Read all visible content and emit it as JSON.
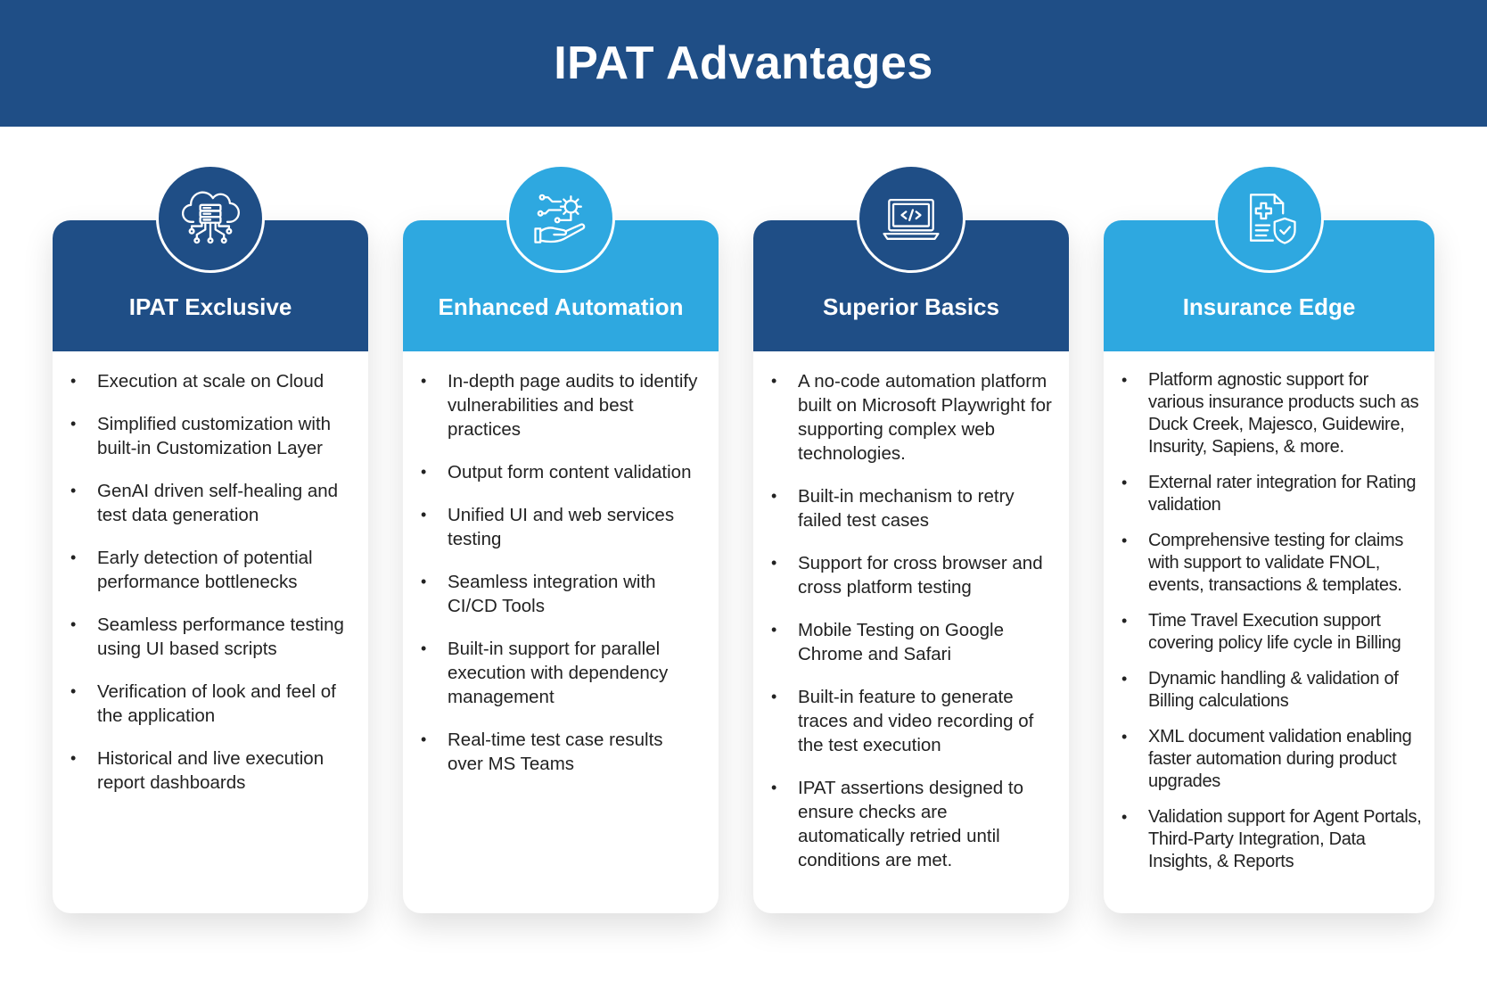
{
  "page": {
    "title": "IPAT Advantages"
  },
  "colors": {
    "dark": "#1f4e86",
    "light": "#2ea8e0"
  },
  "cards": [
    {
      "title": "IPAT Exclusive",
      "icon": "cloud-server-icon",
      "items": [
        "Execution at scale on Cloud",
        "Simplified customization with built-in Customization Layer",
        "GenAI driven self-healing and test data generation",
        "Early detection of potential performance bottlenecks",
        "Seamless performance testing using UI based scripts",
        "Verification of look and feel of the application",
        "Historical and live execution report dashboards"
      ]
    },
    {
      "title": "Enhanced Automation",
      "icon": "gear-hand-automation-icon",
      "items": [
        "In-depth page audits to identify vulnerabilities and best practices",
        "Output form content validation",
        "Unified UI and web services testing",
        "Seamless integration with CI/CD Tools",
        "Built-in support for parallel execution with dependency management",
        "Real-time test case results over MS Teams"
      ]
    },
    {
      "title": "Superior Basics",
      "icon": "laptop-code-icon",
      "items": [
        "A no-code automation platform built on Microsoft Playwright for supporting complex web technologies.",
        "Built-in mechanism to retry failed test cases",
        "Support for cross browser and cross platform testing",
        "Mobile Testing on Google Chrome and Safari",
        "Built-in feature to generate traces and video recording of the test execution",
        "IPAT assertions designed to ensure checks are automatically retried until conditions are met."
      ]
    },
    {
      "title": "Insurance Edge",
      "icon": "insurance-document-shield-icon",
      "items": [
        "Platform agnostic support for various insurance products such as Duck Creek, Majesco, Guidewire, Insurity, Sapiens, & more.",
        "External rater integration for Rating validation",
        "Comprehensive testing for claims with support to validate FNOL, events, transactions & templates.",
        "Time Travel Execution support covering policy life cycle in Billing",
        "Dynamic handling & validation of Billing calculations",
        "XML document validation enabling faster automation during product upgrades",
        "Validation support for Agent Portals, Third-Party Integration, Data Insights, & Reports"
      ]
    }
  ]
}
